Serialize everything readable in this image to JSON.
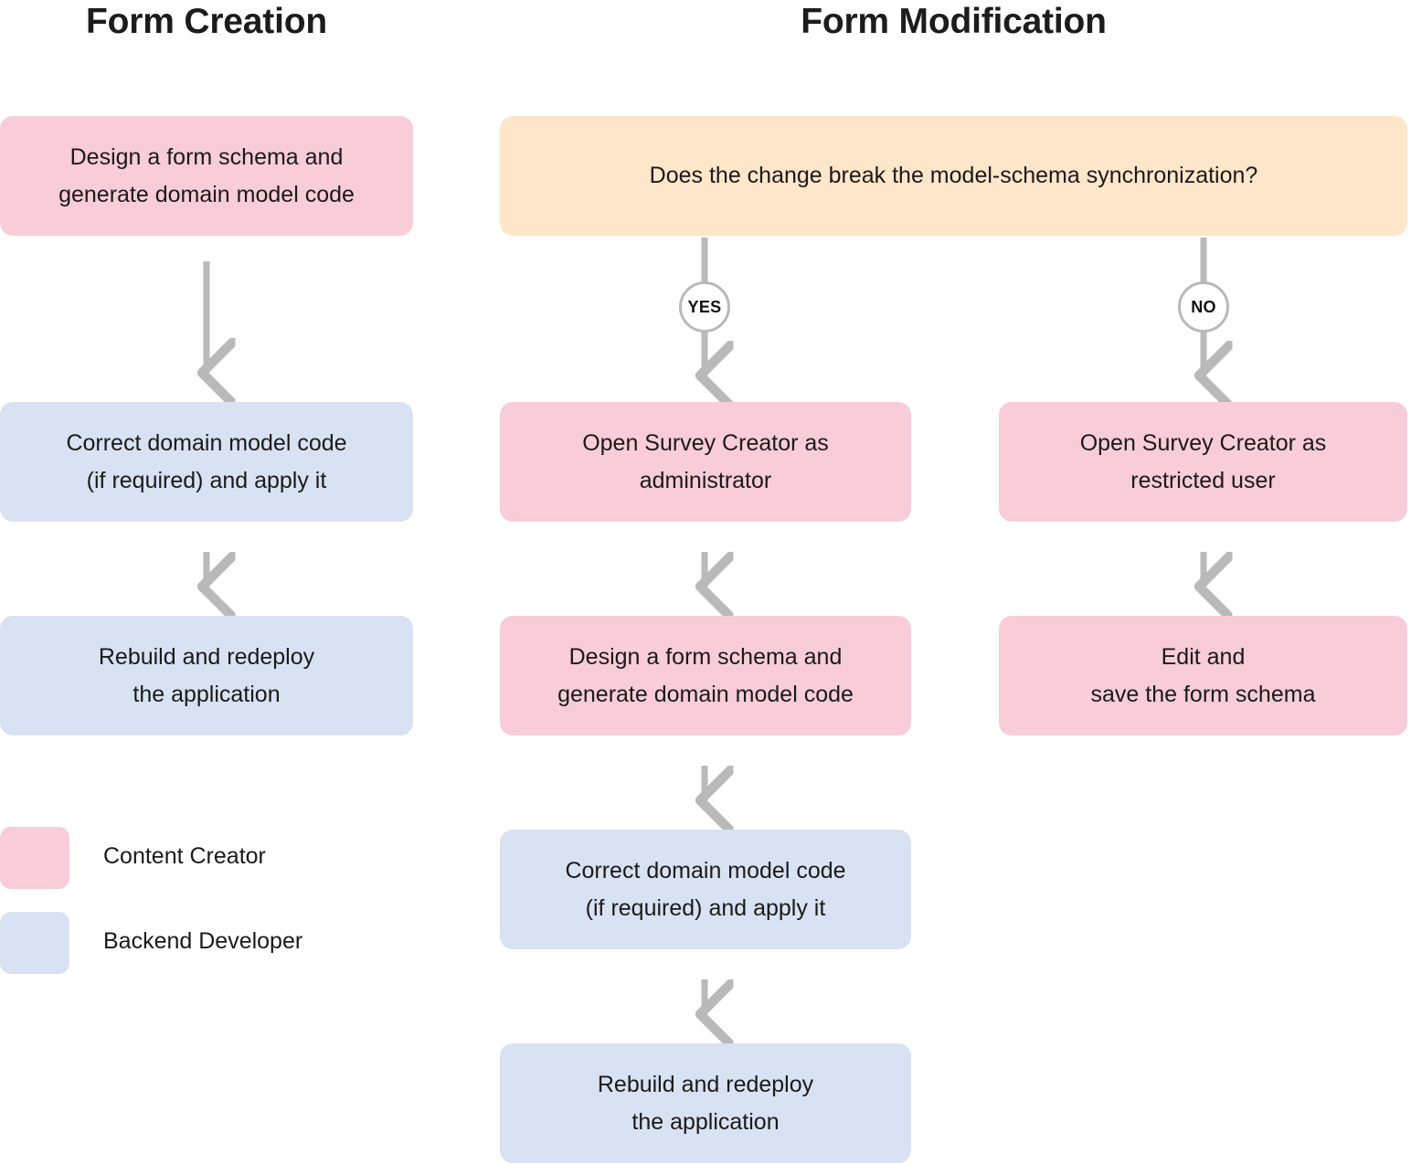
{
  "diagram": {
    "type": "flowchart",
    "columns": [
      {
        "id": "form-creation",
        "title": "Form Creation"
      },
      {
        "id": "form-modification",
        "title": "Form Modification"
      }
    ],
    "palette": {
      "content_creator": "#f9ccd9",
      "backend_developer": "#d9e2f3",
      "decision": "#fde6c9",
      "arrow": "#b9b9b9",
      "background": "#ffffff",
      "text": "#1a1a1a"
    },
    "nodes": {
      "creation_design": "Design a form schema and\ngenerate domain model code",
      "creation_correct": "Correct domain model code\n(if required) and apply it",
      "creation_rebuild": "Rebuild and redeploy\nthe application",
      "decision_question": "Does the change break the model-schema synchronization?",
      "yes_label": "YES",
      "no_label": "NO",
      "yes_open_admin": "Open Survey Creator as\nadministrator",
      "yes_design": "Design a form schema and\ngenerate domain model code",
      "yes_correct": "Correct domain model code\n(if required) and apply it",
      "yes_rebuild": "Rebuild and redeploy\nthe application",
      "no_open_restricted": "Open Survey Creator as\nrestricted user",
      "no_edit_save": "Edit and\nsave the form schema"
    },
    "legend": {
      "items": [
        {
          "label": "Content Creator",
          "color": "#f9ccd9"
        },
        {
          "label": "Backend Developer",
          "color": "#d9e2f3"
        }
      ]
    }
  }
}
